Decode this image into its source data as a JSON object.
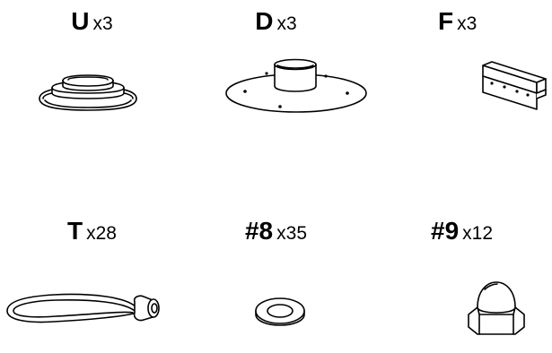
{
  "parts": [
    {
      "code": "U",
      "qty": "x3",
      "icon": "cup-foot-icon"
    },
    {
      "code": "D",
      "qty": "x3",
      "icon": "flange-disc-icon"
    },
    {
      "code": "F",
      "qty": "x3",
      "icon": "bracket-rail-icon"
    },
    {
      "code": "T",
      "qty": "x28",
      "icon": "bungee-loop-icon"
    },
    {
      "code": "#8",
      "qty": "x35",
      "icon": "washer-icon"
    },
    {
      "code": "#9",
      "qty": "x12",
      "icon": "cap-nut-icon"
    }
  ]
}
